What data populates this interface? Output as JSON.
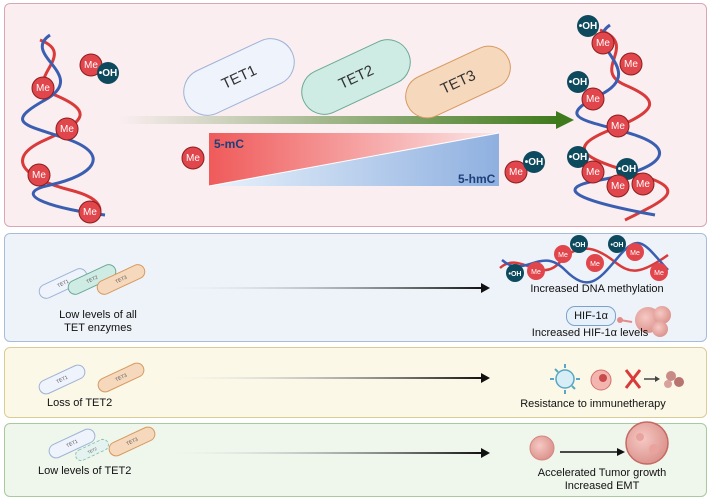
{
  "top_panel": {
    "enzymes": [
      "TET1",
      "TET2",
      "TET3"
    ],
    "me_label": "Me",
    "oh_label": "•OH",
    "mc_label": "5-mC",
    "hmc_label": "5-hmC"
  },
  "mini_enzymes": {
    "tet1": "TET1",
    "tet2": "TET2",
    "tet3": "TET3"
  },
  "row1": {
    "left_text_line1": "Low levels of all",
    "left_text_line2": "TET enzymes",
    "outcome1": "Increased DNA methylation",
    "hif_label": "HIF-1α",
    "outcome2": "Increased HIF-1α levels"
  },
  "row2": {
    "left_text": "Loss of TET2",
    "outcome": "Resistance to immunetherapy"
  },
  "row3": {
    "left_text": "Low levels of TET2",
    "outcome_line1": "Accelerated Tumor growth",
    "outcome_line2": "Increased EMT"
  },
  "colors": {
    "me_red": "#e0464b",
    "oh_navy": "#0e4a5e",
    "dna_red": "#d93a3a",
    "dna_blue": "#3a5fb0",
    "arrow_green": "#4a7f22",
    "tet1_fill": "#eef3fc",
    "tet2_fill": "#cfece4",
    "tet3_fill": "#f6d9bd"
  }
}
